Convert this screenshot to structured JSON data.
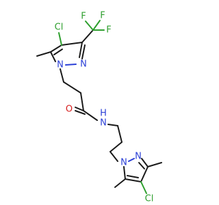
{
  "molecule": {
    "atoms": {
      "cl_top": "Cl",
      "f1": "F",
      "f2": "F",
      "f3": "F",
      "n_ring1_a": "N",
      "n_ring1_b": "N",
      "o_amide": "O",
      "n_amide": "N",
      "h_amide": "H",
      "n_ring2_a": "N",
      "n_ring2_b": "N",
      "cl_bottom": "Cl"
    },
    "colors": {
      "carbon": "#1a1a1a",
      "nitrogen": "#2a3fd6",
      "oxygen": "#d61f1f",
      "halogen": "#2e9f2e"
    }
  }
}
